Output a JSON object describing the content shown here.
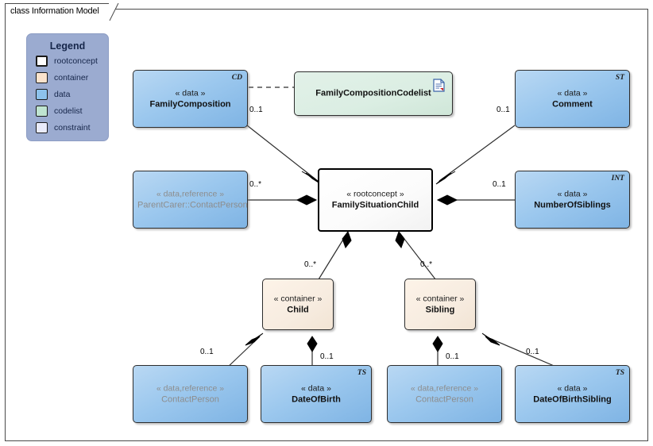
{
  "frame": {
    "title": "class Information Model"
  },
  "legend": {
    "title": "Legend",
    "items": [
      {
        "label": "rootconcept",
        "color": "#ffffff",
        "thick": true
      },
      {
        "label": "container",
        "color": "#fbe3cd",
        "thick": false
      },
      {
        "label": "data",
        "color": "#8dc2ec",
        "thick": false
      },
      {
        "label": "codelist",
        "color": "#bfe4d0",
        "thick": false
      },
      {
        "label": "constraint",
        "color": "#e9ebfa",
        "thick": false
      }
    ]
  },
  "nodes": [
    {
      "id": "family-composition",
      "stereotype": "« data »",
      "name": "FamilyComposition",
      "tag": "CD",
      "kind": "data"
    },
    {
      "id": "family-composition-codelist",
      "stereotype": "",
      "name": "FamilyCompositionCodelist",
      "tag": "",
      "kind": "codelist"
    },
    {
      "id": "comment",
      "stereotype": "« data »",
      "name": "Comment",
      "tag": "ST",
      "kind": "data"
    },
    {
      "id": "parentcarer-contactperson",
      "stereotype": "« data,reference »",
      "name": "ParentCarer::ContactPerson",
      "tag": "",
      "kind": "data-reference"
    },
    {
      "id": "family-situation-child",
      "stereotype": "« rootconcept »",
      "name": "FamilySituationChild",
      "tag": "",
      "kind": "rootconcept"
    },
    {
      "id": "number-of-siblings",
      "stereotype": "« data »",
      "name": "NumberOfSiblings",
      "tag": "INT",
      "kind": "data"
    },
    {
      "id": "child",
      "stereotype": "« container »",
      "name": "Child",
      "tag": "",
      "kind": "container"
    },
    {
      "id": "sibling",
      "stereotype": "« container »",
      "name": "Sibling",
      "tag": "",
      "kind": "container"
    },
    {
      "id": "contactperson-child",
      "stereotype": "« data,reference »",
      "name": "ContactPerson",
      "tag": "",
      "kind": "data-reference"
    },
    {
      "id": "date-of-birth",
      "stereotype": "« data »",
      "name": "DateOfBirth",
      "tag": "TS",
      "kind": "data"
    },
    {
      "id": "contactperson-sibling",
      "stereotype": "« data,reference »",
      "name": "ContactPerson",
      "tag": "",
      "kind": "data-reference"
    },
    {
      "id": "date-of-birth-sibling",
      "stereotype": "« data »",
      "name": "DateOfBirthSibling",
      "tag": "TS",
      "kind": "data"
    }
  ],
  "multiplicities": {
    "family_composition": "0..1",
    "comment": "0..1",
    "parentcarer_contactperson": "0..*",
    "number_of_siblings": "0..1",
    "child": "0..*",
    "sibling": "0..*",
    "contactperson_child": "0..1",
    "date_of_birth": "0..1",
    "contactperson_sibling": "0..1",
    "date_of_birth_sibling": "0..1"
  },
  "colors": {
    "data_fill": "#8dc2ec",
    "container_fill": "#f7ece0",
    "codelist_fill": "#dbeee3",
    "root_fill": "#ffffff",
    "legend_panel": "#9babd0",
    "reference_text": "#8d8d8d",
    "line": "#2d2d2d"
  }
}
